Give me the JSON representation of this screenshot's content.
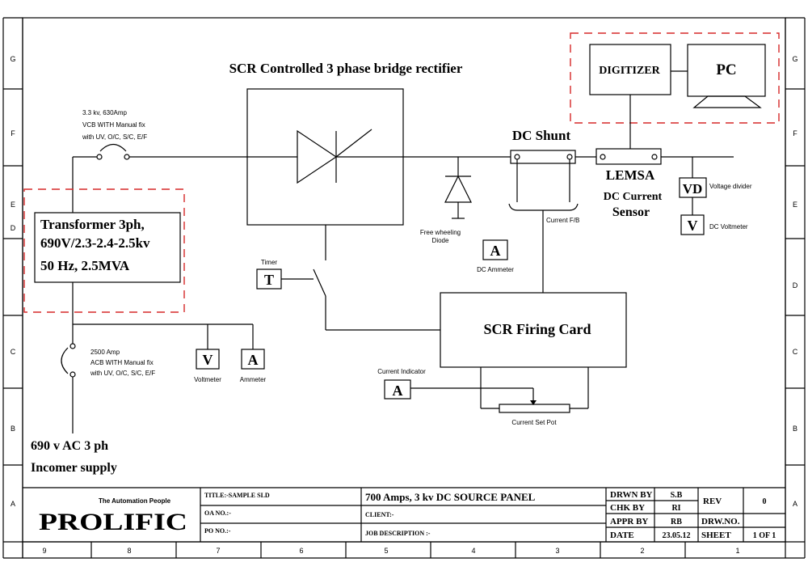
{
  "diagram": {
    "rectifier_title": "SCR Controlled 3 phase bridge rectifier",
    "vcb": {
      "line1": "3.3 kv, 630Amp",
      "line2": "VCB WITH Manual fix",
      "line3": "with UV, O/C, S/C, E/F"
    },
    "transformer": {
      "line1": "Transformer 3ph,",
      "line2": "690V/2.3-2.4-2.5kv",
      "line3": "50 Hz, 2.5MVA"
    },
    "acb": {
      "line1": "2500 Amp",
      "line2": "ACB WITH Manual fix",
      "line3": "with UV, O/C, S/C, E/F"
    },
    "incomer": {
      "line1": "690 v AC 3 ph",
      "line2": "Incomer supply"
    },
    "voltmeter": {
      "symbol": "V",
      "label": "Voltmeter"
    },
    "ammeter": {
      "symbol": "A",
      "label": "Ammeter"
    },
    "timer": {
      "symbol": "T",
      "label": "Timer"
    },
    "free_wheeling_diode": {
      "line1": "Free wheeling",
      "line2": "Diode"
    },
    "dc_shunt": "DC Shunt",
    "current_fb": "Current F/B",
    "dc_ammeter": {
      "symbol": "A",
      "label": "DC Ammeter"
    },
    "lemsa": {
      "line1": "LEMSA",
      "line2": "DC Current",
      "line3": "Sensor"
    },
    "voltage_divider": {
      "symbol": "VD",
      "label": "Voltage divider"
    },
    "dc_voltmeter": {
      "symbol": "V",
      "label": "DC Voltmeter"
    },
    "digitizer": "DIGITIZER",
    "pc": "PC",
    "firing_card": "SCR Firing Card",
    "current_indicator": {
      "symbol": "A",
      "label": "Current Indicator"
    },
    "current_set_pot": "Current Set Pot"
  },
  "frame": {
    "left_letters": [
      "G",
      "F",
      "E",
      "D",
      "C",
      "B",
      "A"
    ],
    "right_letters": [
      "G",
      "F",
      "E",
      "D",
      "C",
      "B",
      "A"
    ],
    "bottom_numbers": [
      "9",
      "8",
      "7",
      "6",
      "5",
      "4",
      "3",
      "2",
      "1"
    ]
  },
  "title_block": {
    "tagline": "The Automation People",
    "logo": "PROLIFIC",
    "title": "TITLE:-SAMPLE SLD",
    "oa_no": "OA NO.:-",
    "po_no": "PO NO.:-",
    "panel_title": "700 Amps, 3 kv DC SOURCE PANEL",
    "client": "CLIENT:-",
    "job_description": "JOB DESCRIPTION :-",
    "drwn_by_label": "DRWN BY",
    "drwn_by_value": "S.B",
    "chk_by_label": "CHK BY",
    "chk_by_value": "RI",
    "appr_by_label": "APPR BY",
    "appr_by_value": "RB",
    "date_label": "DATE",
    "date_value": "23.05.12",
    "rev_label": "REV",
    "rev_value": "0",
    "drw_no_label": "DRW.NO.",
    "sheet_label": "SHEET",
    "sheet_value": "1 OF 1"
  }
}
